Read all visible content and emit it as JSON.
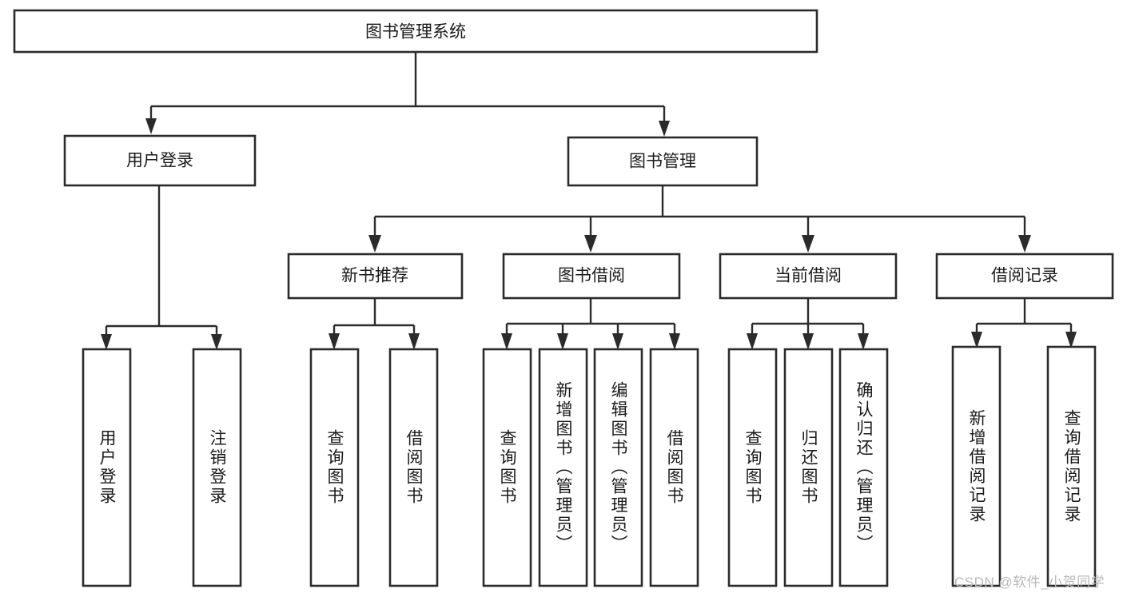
{
  "diagram": {
    "type": "tree-hierarchy",
    "title": "图书管理系统",
    "root": {
      "id": "root",
      "label": "图书管理系统",
      "orientation": "horizontal"
    },
    "level1": [
      {
        "id": "user-login",
        "label": "用户登录",
        "orientation": "horizontal"
      },
      {
        "id": "book-manage",
        "label": "图书管理",
        "orientation": "horizontal"
      }
    ],
    "level2": [
      {
        "id": "new-book-rec",
        "label": "新书推荐",
        "orientation": "horizontal",
        "parent": "book-manage"
      },
      {
        "id": "book-borrow",
        "label": "图书借阅",
        "orientation": "horizontal",
        "parent": "book-manage"
      },
      {
        "id": "current-borrow",
        "label": "当前借阅",
        "orientation": "horizontal",
        "parent": "book-manage"
      },
      {
        "id": "borrow-record",
        "label": "借阅记录",
        "orientation": "horizontal",
        "parent": "book-manage"
      }
    ],
    "leaves": [
      {
        "id": "leaf-user-login",
        "label": "用户登录",
        "orientation": "vertical",
        "parent": "user-login"
      },
      {
        "id": "leaf-user-logout",
        "label": "注销登录",
        "orientation": "vertical",
        "parent": "user-login"
      },
      {
        "id": "leaf-rec-query",
        "label": "查询图书",
        "orientation": "vertical",
        "parent": "new-book-rec"
      },
      {
        "id": "leaf-rec-borrow",
        "label": "借阅图书",
        "orientation": "vertical",
        "parent": "new-book-rec"
      },
      {
        "id": "leaf-borrow-query",
        "label": "查询图书",
        "orientation": "vertical",
        "parent": "book-borrow"
      },
      {
        "id": "leaf-borrow-add",
        "label": "新增图书（管理员）",
        "orientation": "vertical",
        "parent": "book-borrow"
      },
      {
        "id": "leaf-borrow-edit",
        "label": "编辑图书（管理员）",
        "orientation": "vertical",
        "parent": "book-borrow"
      },
      {
        "id": "leaf-borrow-lend",
        "label": "借阅图书",
        "orientation": "vertical",
        "parent": "book-borrow"
      },
      {
        "id": "leaf-current-query",
        "label": "查询图书",
        "orientation": "vertical",
        "parent": "current-borrow"
      },
      {
        "id": "leaf-current-return",
        "label": "归还图书",
        "orientation": "vertical",
        "parent": "current-borrow"
      },
      {
        "id": "leaf-current-confirm",
        "label": "确认归还（管理员）",
        "orientation": "vertical",
        "parent": "current-borrow"
      },
      {
        "id": "leaf-record-add",
        "label": "新增借阅记录",
        "orientation": "vertical",
        "parent": "borrow-record"
      },
      {
        "id": "leaf-record-query",
        "label": "查询借阅记录",
        "orientation": "vertical",
        "parent": "borrow-record"
      }
    ],
    "colors": {
      "box_stroke": "#2b2b2b",
      "box_fill": "#ffffff",
      "text": "#1a1a1a",
      "background": "#ffffff",
      "watermark": "#b9b9b9"
    }
  },
  "watermark": {
    "text": "CSDN @软件_小贺同学"
  }
}
